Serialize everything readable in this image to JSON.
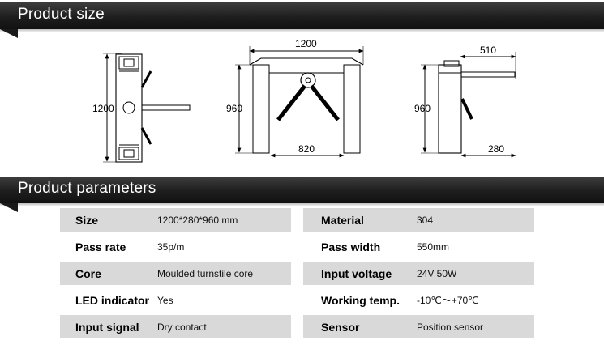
{
  "sections": {
    "size_title": "Product size",
    "params_title": "Product parameters"
  },
  "dimensions": {
    "front_height": "1200",
    "side_width": "1200",
    "side_height": "960",
    "passage": "820",
    "end_height": "960",
    "arm_length": "510",
    "depth": "280"
  },
  "params": [
    {
      "k1": "Size",
      "v1": "1200*280*960 mm",
      "k2": "Material",
      "v2": "304"
    },
    {
      "k1": "Pass rate",
      "v1": "35p/m",
      "k2": "Pass width",
      "v2": "550mm"
    },
    {
      "k1": "Core",
      "v1": "Moulded turnstile core",
      "k2": "Input voltage",
      "v2": "24V 50W"
    },
    {
      "k1": "LED indicator",
      "v1": "Yes",
      "k2": "Working temp.",
      "v2": "-10℃～+70℃"
    },
    {
      "k1": "Input signal",
      "v1": "Dry contact",
      "k2": "Sensor",
      "v2": "Position sensor"
    }
  ],
  "colors": {
    "banner": "#1e1e1e",
    "row_shade": "#d9d9d9"
  }
}
